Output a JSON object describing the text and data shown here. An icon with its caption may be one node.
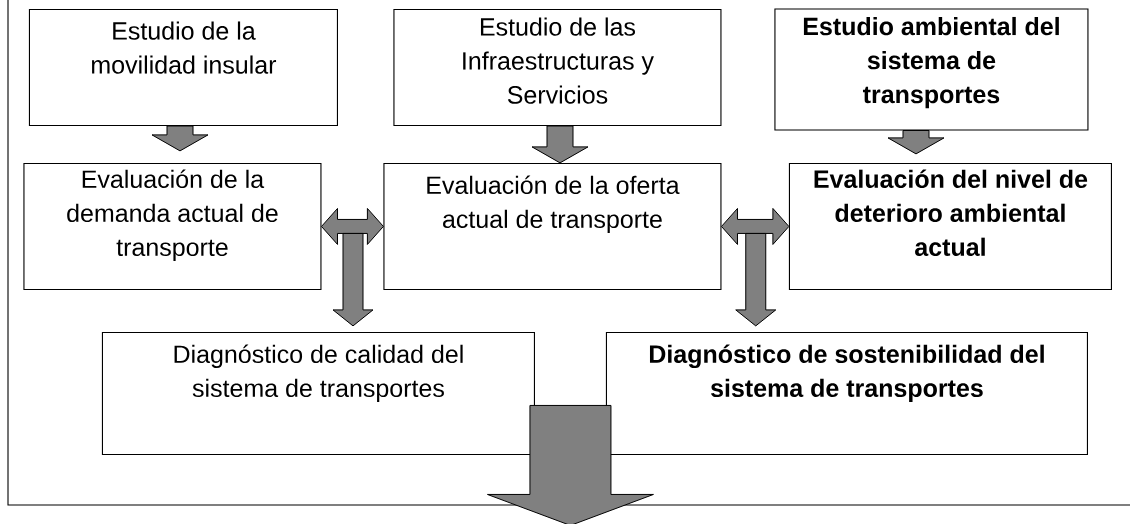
{
  "diagram": {
    "nodes": [
      {
        "text": [],
        "shape": "box"
      },
      {
        "text": [
          "Estudio de la movilidad insular"
        ],
        "in": 0
      },
      {
        "text": [
          "Estudio de las Infraestructuras y Servicios"
        ],
        "in": 0
      },
      {
        "text": [
          "Estudio ambiental del sistema de transportes"
        ],
        "in": 0
      },
      {
        "text": [
          "Evaluación de la demanda actual de transporte"
        ],
        "in": 0
      },
      {
        "text": [
          "Evaluación de la oferta actual de transporte"
        ],
        "in": 0
      },
      {
        "text": [
          "Evaluación del nivel de deterioro ambiental actual"
        ],
        "in": 0
      },
      {
        "text": [
          "Diagnóstico de calidad del sistema de transportes"
        ],
        "in": 0
      },
      {
        "text": [
          "Diagnóstico de sostenibilidad del sistema de transportes"
        ],
        "in": 0
      }
    ],
    "edges": [
      {
        "from": 1,
        "to": 4,
        "arrow": "to"
      },
      {
        "from": 2,
        "to": 5,
        "arrow": "to"
      },
      {
        "from": 3,
        "to": 6,
        "arrow": "to"
      },
      {
        "from": 4,
        "to": 5,
        "arrow": "both"
      },
      {
        "from": null,
        "to": 7,
        "arrow": "to"
      },
      {
        "from": 5,
        "to": 6,
        "arrow": "both"
      },
      {
        "from": null,
        "to": 8,
        "arrow": "to"
      },
      {
        "from": 7,
        "to": null,
        "arrow": "to"
      },
      {
        "from": 8,
        "to": null,
        "arrow": "to"
      }
    ]
  }
}
